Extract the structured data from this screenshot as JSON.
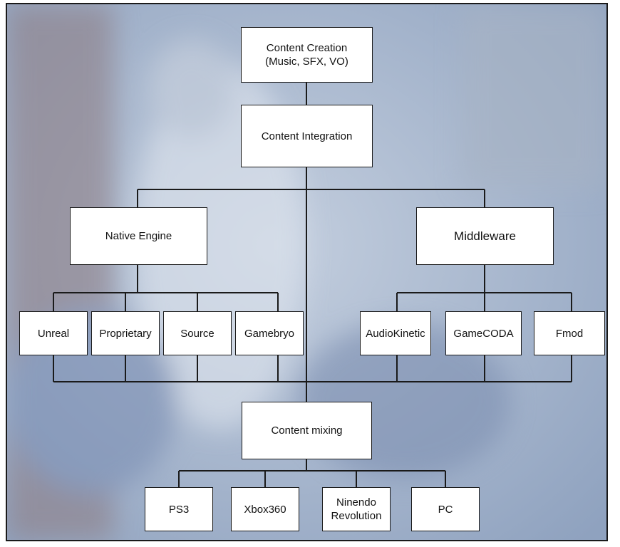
{
  "diagram": {
    "colors": {
      "line": "#1a1a1a",
      "box_fill": "#ffffff",
      "box_border": "#1a1a1a",
      "background": "#a9b9d2"
    },
    "nodes": {
      "content_creation": "Content Creation\n(Music, SFX, VO)",
      "content_integration": "Content Integration",
      "native_engine": "Native Engine",
      "middleware": "Middleware",
      "unreal": "Unreal",
      "proprietary": "Proprietary",
      "source": "Source",
      "gamebryo": "Gamebryo",
      "audiokinetic": "AudioKinetic",
      "gamecoda": "GameCODA",
      "fmod": "Fmod",
      "content_mixing": "Content mixing",
      "ps3": "PS3",
      "xbox360": "Xbox360",
      "ninendo_revolution": "Ninendo\nRevolution",
      "pc": "PC"
    },
    "edges": [
      [
        "content_creation",
        "content_integration"
      ],
      [
        "content_integration",
        "native_engine"
      ],
      [
        "content_integration",
        "middleware"
      ],
      [
        "content_integration",
        "content_mixing"
      ],
      [
        "native_engine",
        "unreal"
      ],
      [
        "native_engine",
        "proprietary"
      ],
      [
        "native_engine",
        "source"
      ],
      [
        "native_engine",
        "gamebryo"
      ],
      [
        "middleware",
        "audiokinetic"
      ],
      [
        "middleware",
        "gamecoda"
      ],
      [
        "middleware",
        "fmod"
      ],
      [
        "unreal",
        "content_mixing"
      ],
      [
        "proprietary",
        "content_mixing"
      ],
      [
        "source",
        "content_mixing"
      ],
      [
        "gamebryo",
        "content_mixing"
      ],
      [
        "audiokinetic",
        "content_mixing"
      ],
      [
        "gamecoda",
        "content_mixing"
      ],
      [
        "fmod",
        "content_mixing"
      ],
      [
        "content_mixing",
        "ps3"
      ],
      [
        "content_mixing",
        "xbox360"
      ],
      [
        "content_mixing",
        "ninendo_revolution"
      ],
      [
        "content_mixing",
        "pc"
      ]
    ]
  }
}
